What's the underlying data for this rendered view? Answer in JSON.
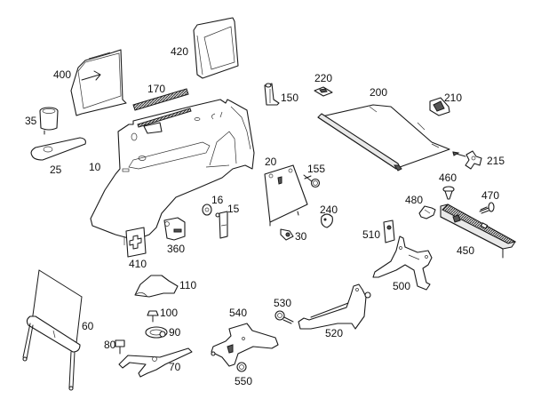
{
  "diagram": {
    "title": "Rear interior trim parts (exploded view)",
    "background": "#ffffff",
    "line_color": "#1a1a1a",
    "parts": {
      "p10": {
        "number": "10",
        "name": "rear side trim panel"
      },
      "p15": {
        "number": "15",
        "name": "latch"
      },
      "p16": {
        "number": "16",
        "name": "grommet"
      },
      "p20": {
        "number": "20",
        "name": "access cover"
      },
      "p25": {
        "number": "25",
        "name": "handle trim strip"
      },
      "p30": {
        "number": "30",
        "name": "clip"
      },
      "p35": {
        "number": "35",
        "name": "cup holder"
      },
      "p60": {
        "number": "60",
        "name": "cargo net / partition"
      },
      "p70": {
        "number": "70",
        "name": "bracket"
      },
      "p80": {
        "number": "80",
        "name": "bolt"
      },
      "p90": {
        "number": "90",
        "name": "clamp ring"
      },
      "p100": {
        "number": "100",
        "name": "screw"
      },
      "p110": {
        "number": "110",
        "name": "cover cap"
      },
      "p150": {
        "number": "150",
        "name": "holder"
      },
      "p155": {
        "number": "155",
        "name": "bolt"
      },
      "p170": {
        "number": "170",
        "name": "grille strip"
      },
      "p200": {
        "number": "200",
        "name": "luggage cover"
      },
      "p210": {
        "number": "210",
        "name": "cover end cap"
      },
      "p215": {
        "number": "215",
        "name": "mounting knob"
      },
      "p220": {
        "number": "220",
        "name": "clip pad"
      },
      "p240": {
        "number": "240",
        "name": "cap"
      },
      "p360": {
        "number": "360",
        "name": "power socket"
      },
      "p400": {
        "number": "400",
        "name": "left trim panel"
      },
      "p410": {
        "number": "410",
        "name": "first aid cover"
      },
      "p420": {
        "number": "420",
        "name": "right trim panel"
      },
      "p450": {
        "number": "450",
        "name": "sill trim"
      },
      "p460": {
        "number": "460",
        "name": "expanding clip"
      },
      "p470": {
        "number": "470",
        "name": "screw"
      },
      "p480": {
        "number": "480",
        "name": "retainer"
      },
      "p500": {
        "number": "500",
        "name": "bracket"
      },
      "p510": {
        "number": "510",
        "name": "lamp"
      },
      "p520": {
        "number": "520",
        "name": "support arm"
      },
      "p530": {
        "number": "530",
        "name": "bolt"
      },
      "p540": {
        "number": "540",
        "name": "mounting plate"
      },
      "p550": {
        "number": "550",
        "name": "nut"
      }
    }
  }
}
